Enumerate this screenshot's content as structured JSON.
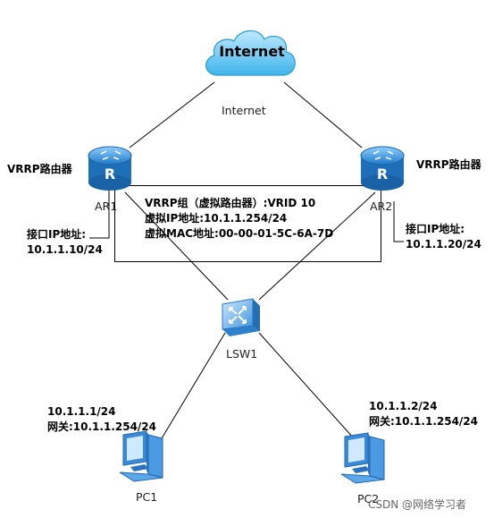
{
  "cloud": {
    "title": "Internet",
    "label": "Internet"
  },
  "routers": [
    {
      "role_label": "VRRP路由器",
      "name": "AR1",
      "ip_label": "接口IP地址:",
      "ip": "10.1.1.10/24"
    },
    {
      "role_label": "VRRP路由器",
      "name": "AR2",
      "ip_label": "接口IP地址:",
      "ip": "10.1.1.20/24"
    }
  ],
  "vrrp": {
    "line1": "VRRP组（虚拟路由器）:VRID 10",
    "line2": "虚拟IP地址:10.1.1.254/24",
    "line3": "虚拟MAC地址:00-00-01-5C-6A-7D"
  },
  "switch": {
    "name": "LSW1"
  },
  "pcs": [
    {
      "name": "PC1",
      "ip": "10.1.1.1/24",
      "gateway": "网关:10.1.1.254/24"
    },
    {
      "name": "PC2",
      "ip": "10.1.1.2/24",
      "gateway": "网关:10.1.1.254/24"
    }
  ],
  "watermark": "CSDN @网络学习者",
  "colors": {
    "cloud": "#4fc3f0",
    "router": "#3a8fd6",
    "switch": "#6ab0e8",
    "pc": "#2f7fd0",
    "line": "#000000"
  }
}
